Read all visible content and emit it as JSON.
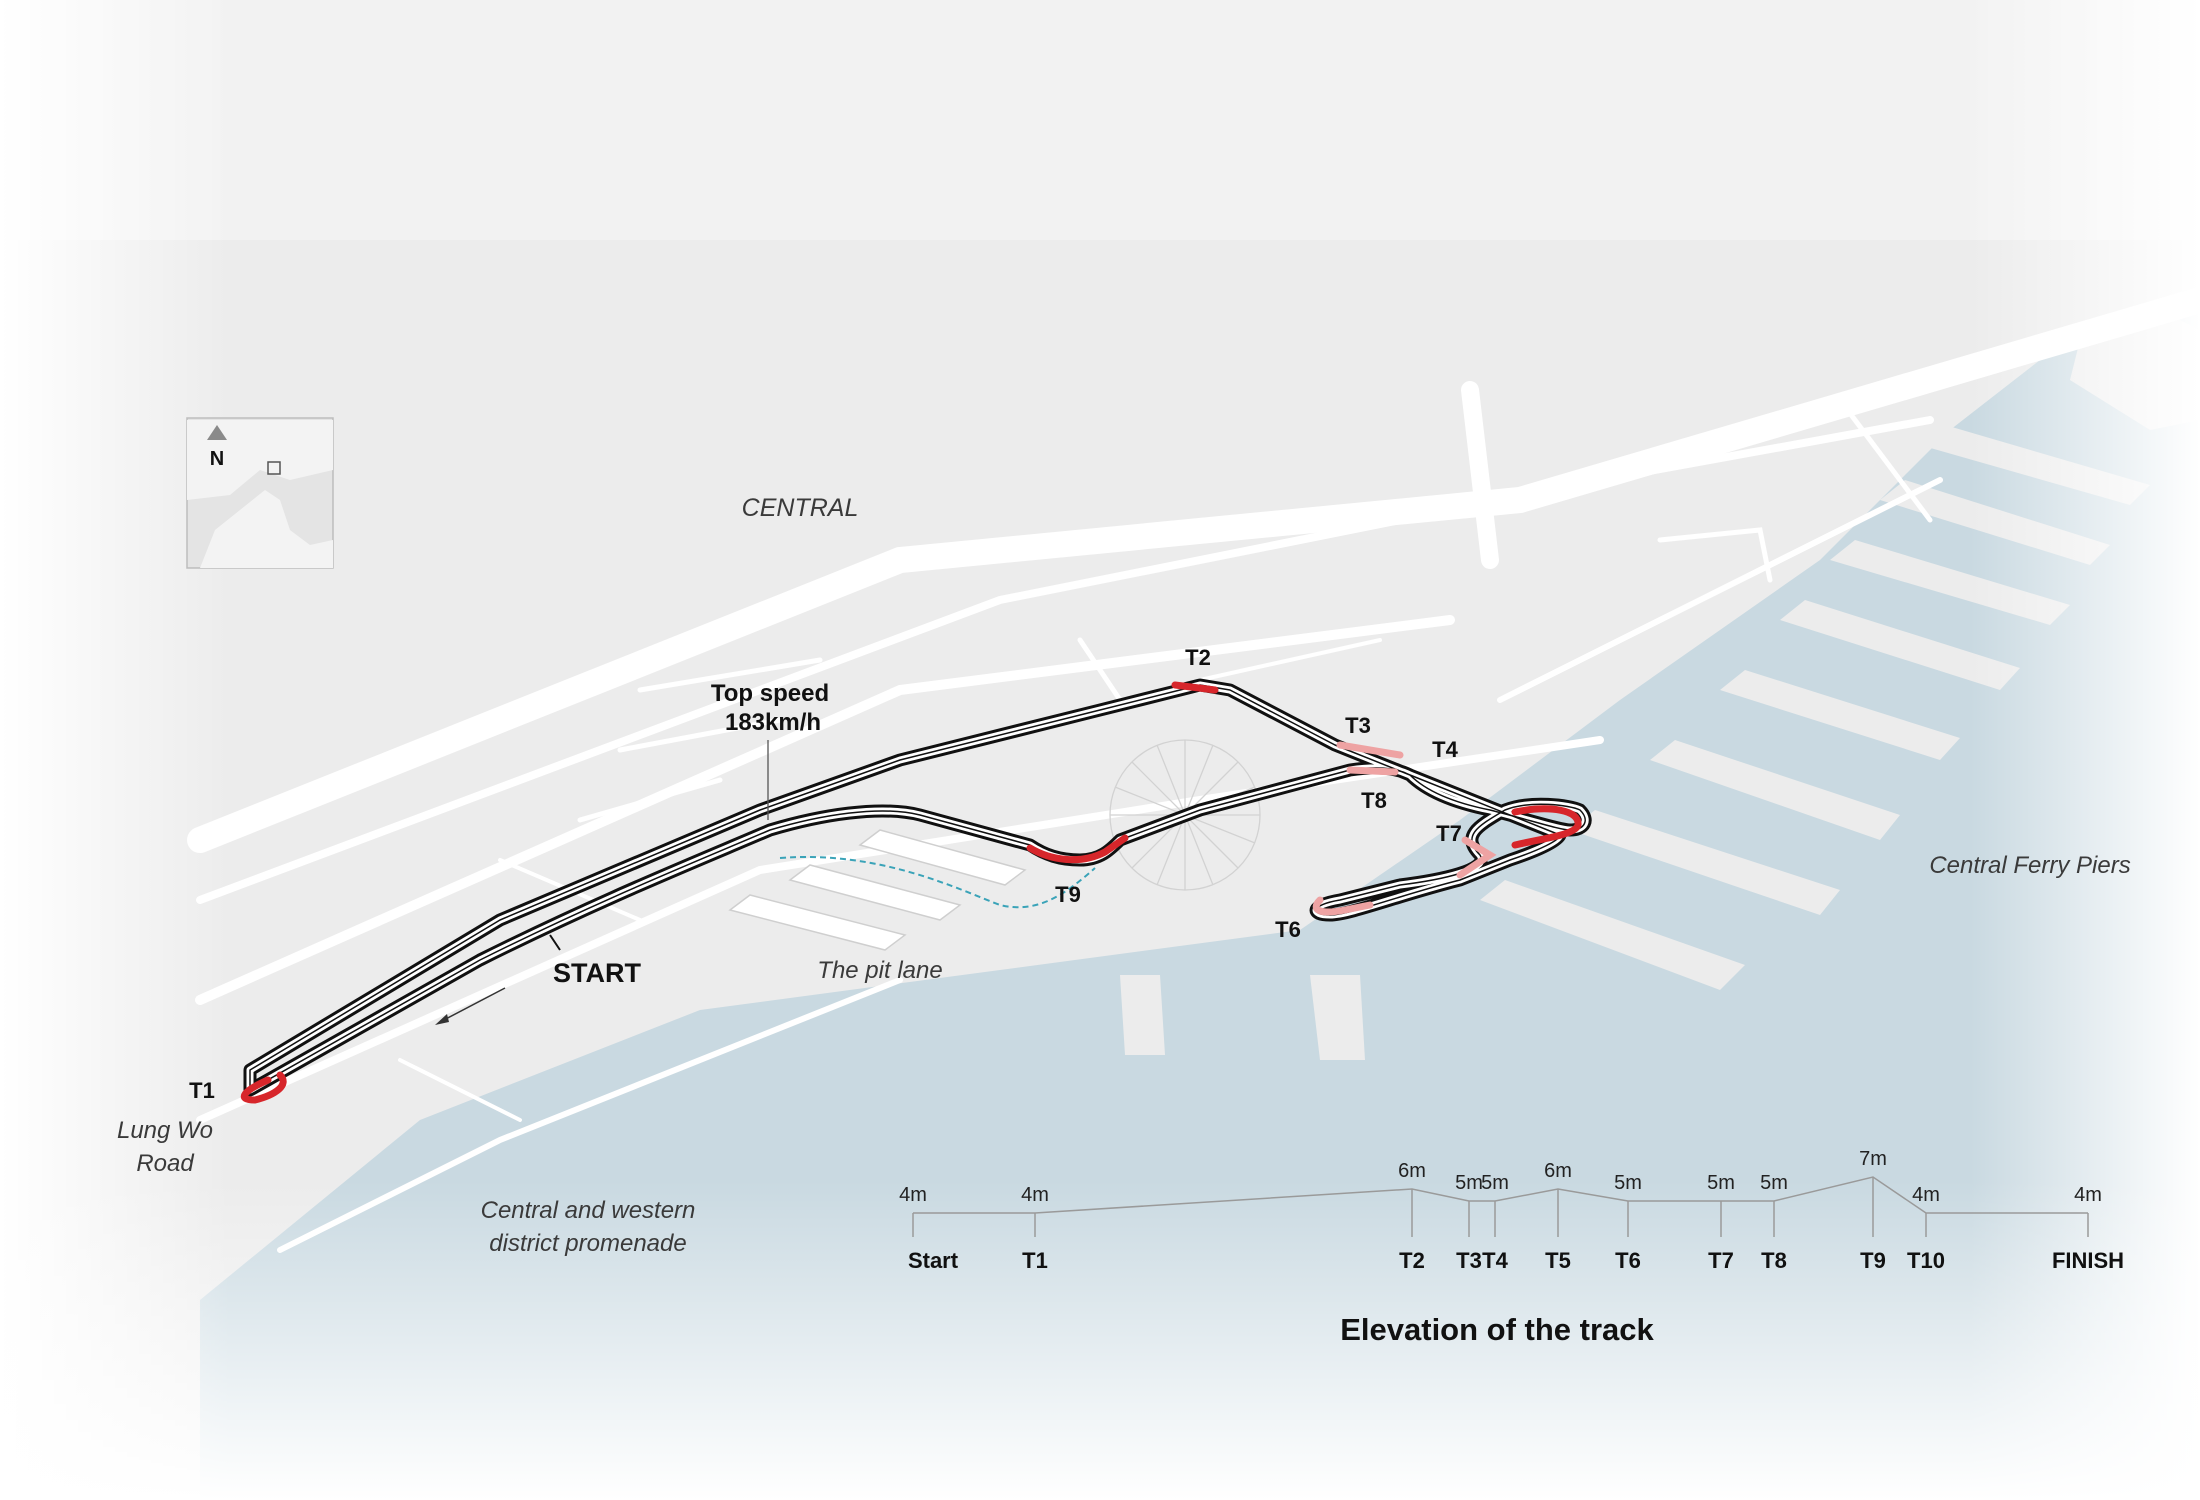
{
  "map": {
    "district_label": "CENTRAL",
    "north_label": "N",
    "top_speed_label": [
      "Top speed",
      "183km/h"
    ],
    "start_label": "START",
    "pit_lane_label": "The pit lane",
    "ferry_piers_label": "Central Ferry Piers",
    "road_label": [
      "Lung Wo",
      "Road"
    ],
    "promenade_label": [
      "Central and western",
      "district promenade"
    ],
    "turns": [
      "T1",
      "T2",
      "T3",
      "T4",
      "T6",
      "T7",
      "T8",
      "T9"
    ],
    "colors": {
      "land": "#ececec",
      "road": "#ffffff",
      "water": "#c9d9e1",
      "track_outline": "#111111",
      "braking_zone": "#d7262b",
      "light_braking_zone": "#eea3a3",
      "pit_lane": "#3aa3b8"
    }
  },
  "elevation": {
    "title": "Elevation of the track",
    "points": [
      {
        "label": "Start",
        "height": "4m"
      },
      {
        "label": "T1",
        "height": "4m"
      },
      {
        "label": "T2",
        "height": "6m"
      },
      {
        "label": "T3",
        "height": "5m"
      },
      {
        "label": "T4",
        "height": "5m"
      },
      {
        "label": "T5",
        "height": "6m"
      },
      {
        "label": "T6",
        "height": "5m"
      },
      {
        "label": "T7",
        "height": "5m"
      },
      {
        "label": "T8",
        "height": "5m"
      },
      {
        "label": "T9",
        "height": "7m"
      },
      {
        "label": "T10",
        "height": "4m"
      },
      {
        "label": "FINISH",
        "height": "4m"
      }
    ]
  }
}
